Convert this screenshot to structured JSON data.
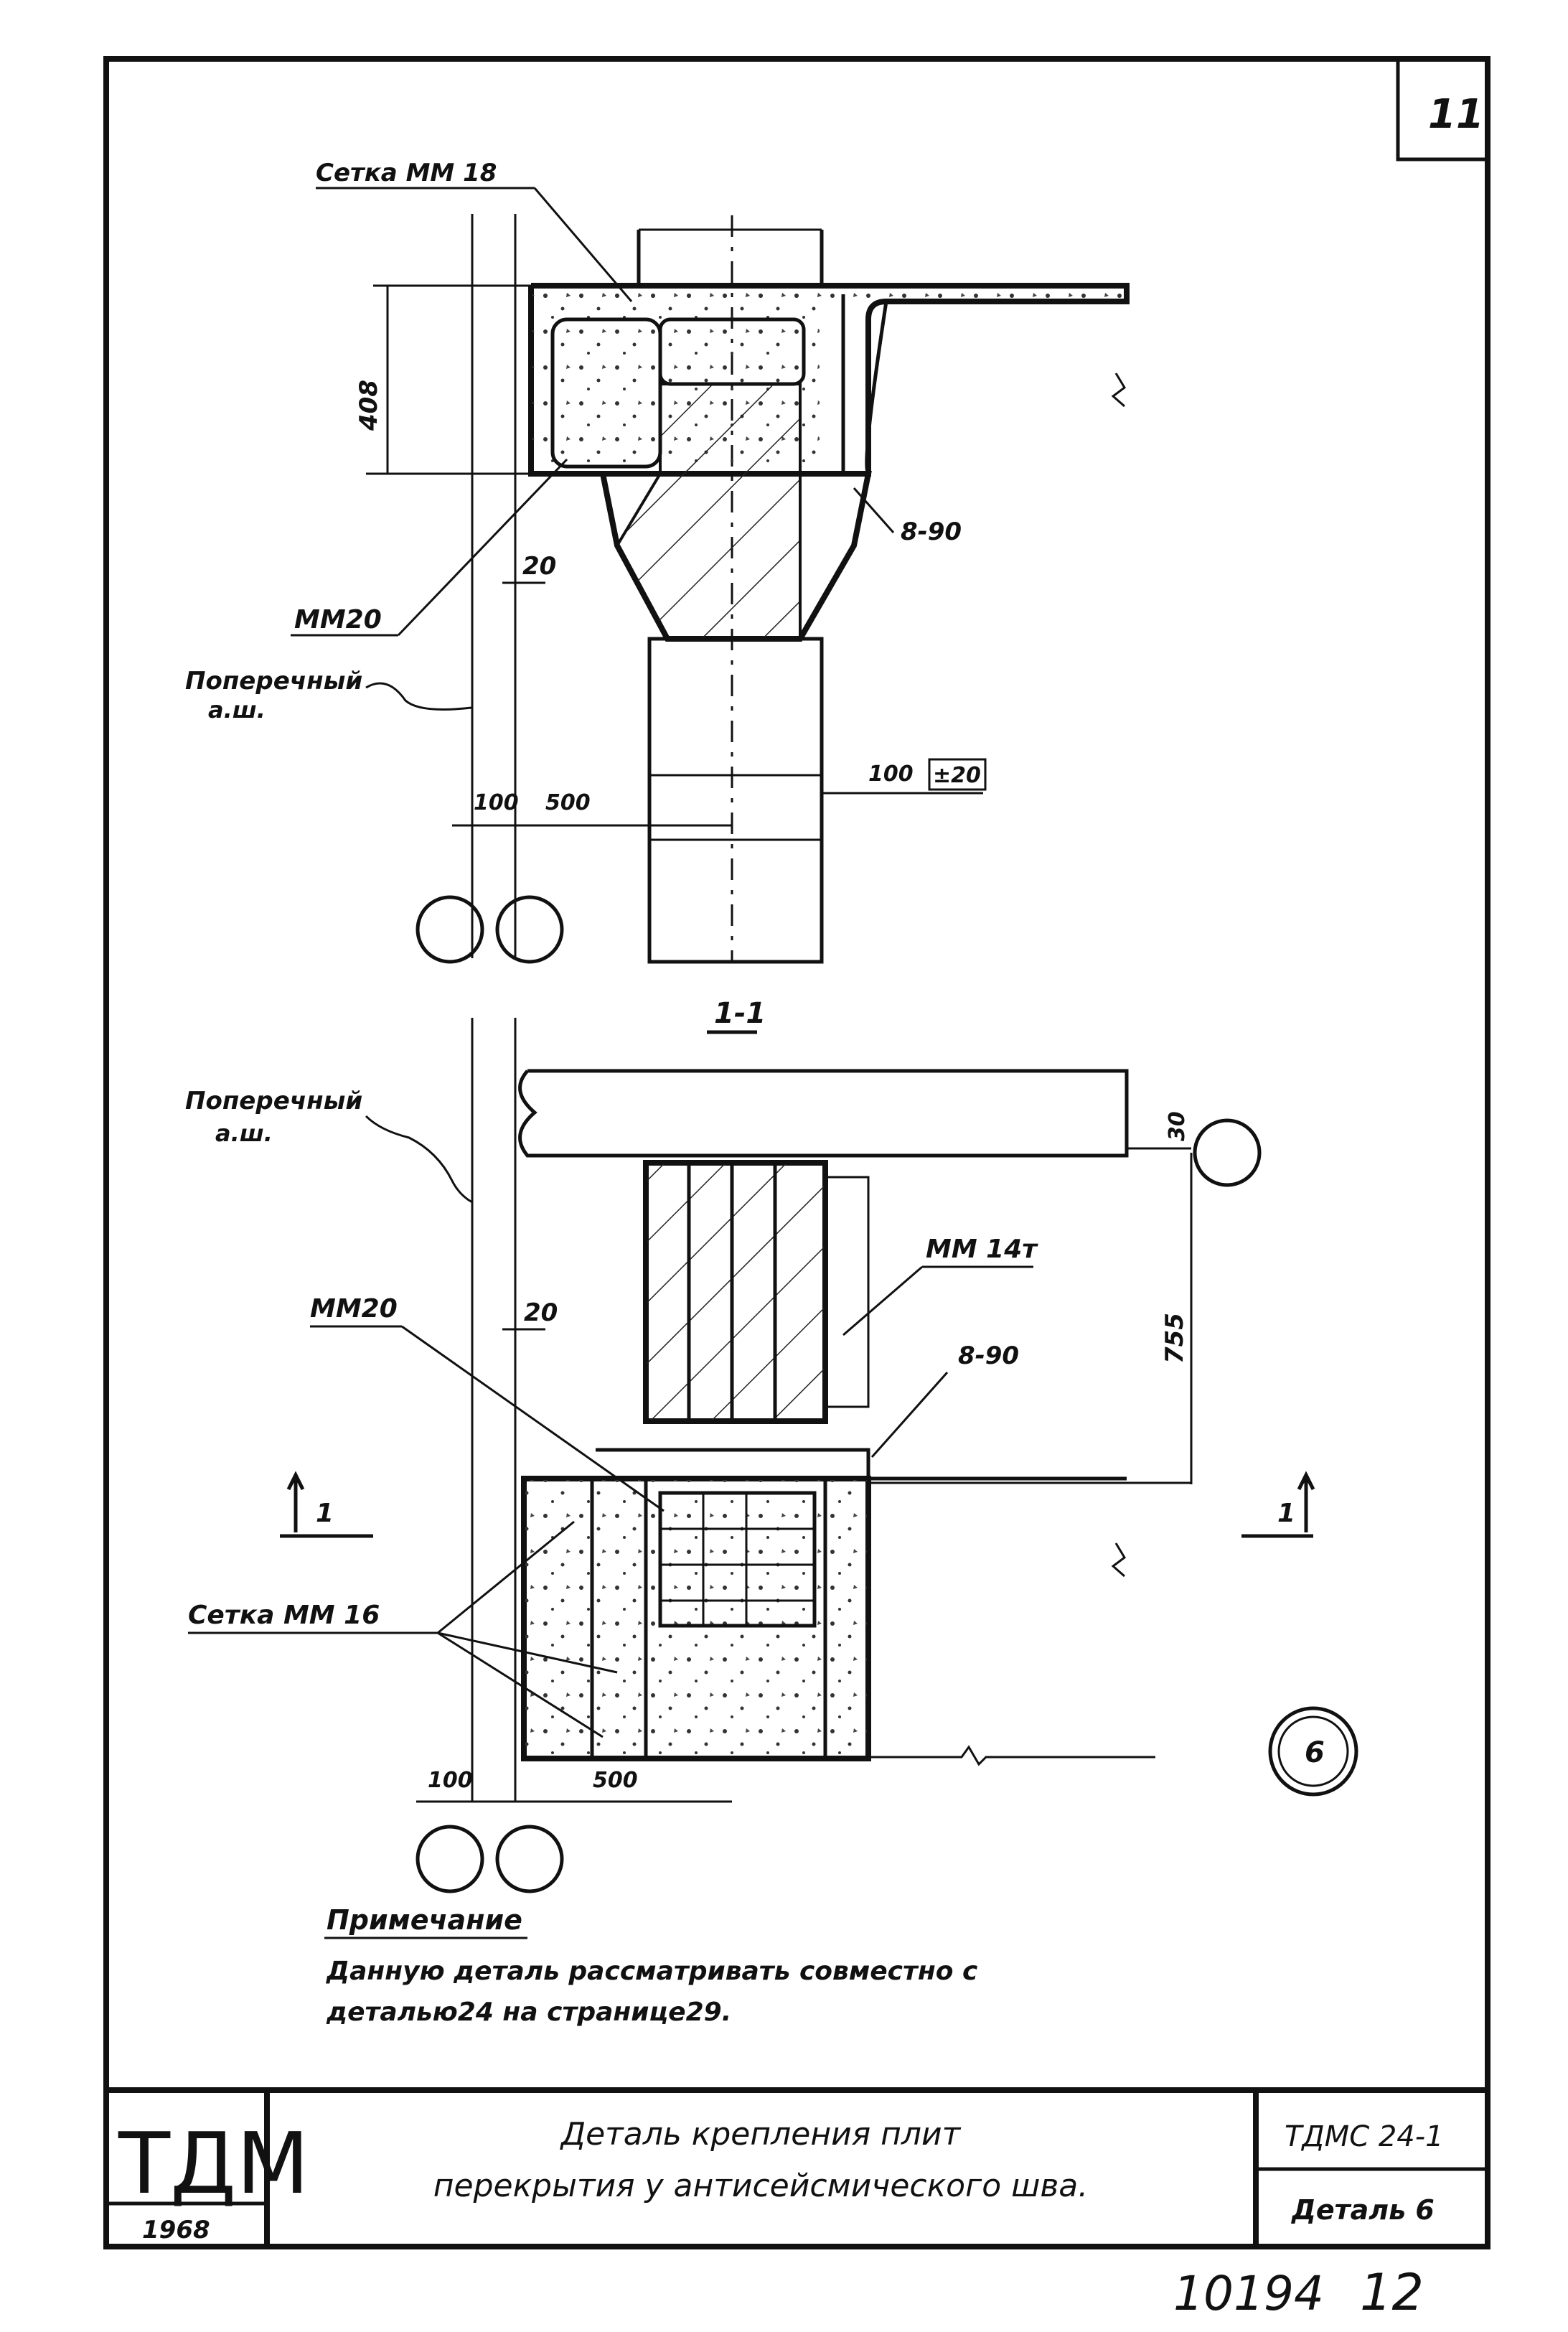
{
  "sheet": {
    "page_number": "11",
    "footer_number": "10194",
    "footer_page": "12"
  },
  "top_detail": {
    "label_mesh_mm18": "Сетка ММ 18",
    "dim_408": "408",
    "label_mm20": "ММ20",
    "dim_20": "20",
    "label_8_90": "8-90",
    "label_transverse": "Поперечный",
    "label_axis": "а.ш.",
    "dim_100": "100",
    "dim_500": "500",
    "dim_100_right": "100",
    "dim_boxed_20": "±20"
  },
  "section_detail": {
    "section_title": "1-1",
    "label_transverse": "Поперечный",
    "label_axis": "а.ш.",
    "dim_30": "30",
    "label_mm14t": "ММ 14т",
    "dim_755": "755",
    "label_mm20": "ММ20",
    "dim_20": "20",
    "label_8_90": "8-90",
    "cut_mark_left": "1",
    "cut_mark_right": "1",
    "label_mesh_mm16": "Сетка ММ 16",
    "dim_100": "100",
    "dim_500": "500",
    "detail_number": "6"
  },
  "note": {
    "heading": "Примечание",
    "line1": "Данную деталь рассматривать совместно с",
    "line2": "деталью24 на странице29."
  },
  "title_block": {
    "logo": "ТДМ",
    "year": "1968",
    "title_line1": "Деталь крепления плит",
    "title_line2": "перекрытия у антисейсмического шва.",
    "code": "ТДМС 24-1",
    "detail": "Деталь 6"
  }
}
